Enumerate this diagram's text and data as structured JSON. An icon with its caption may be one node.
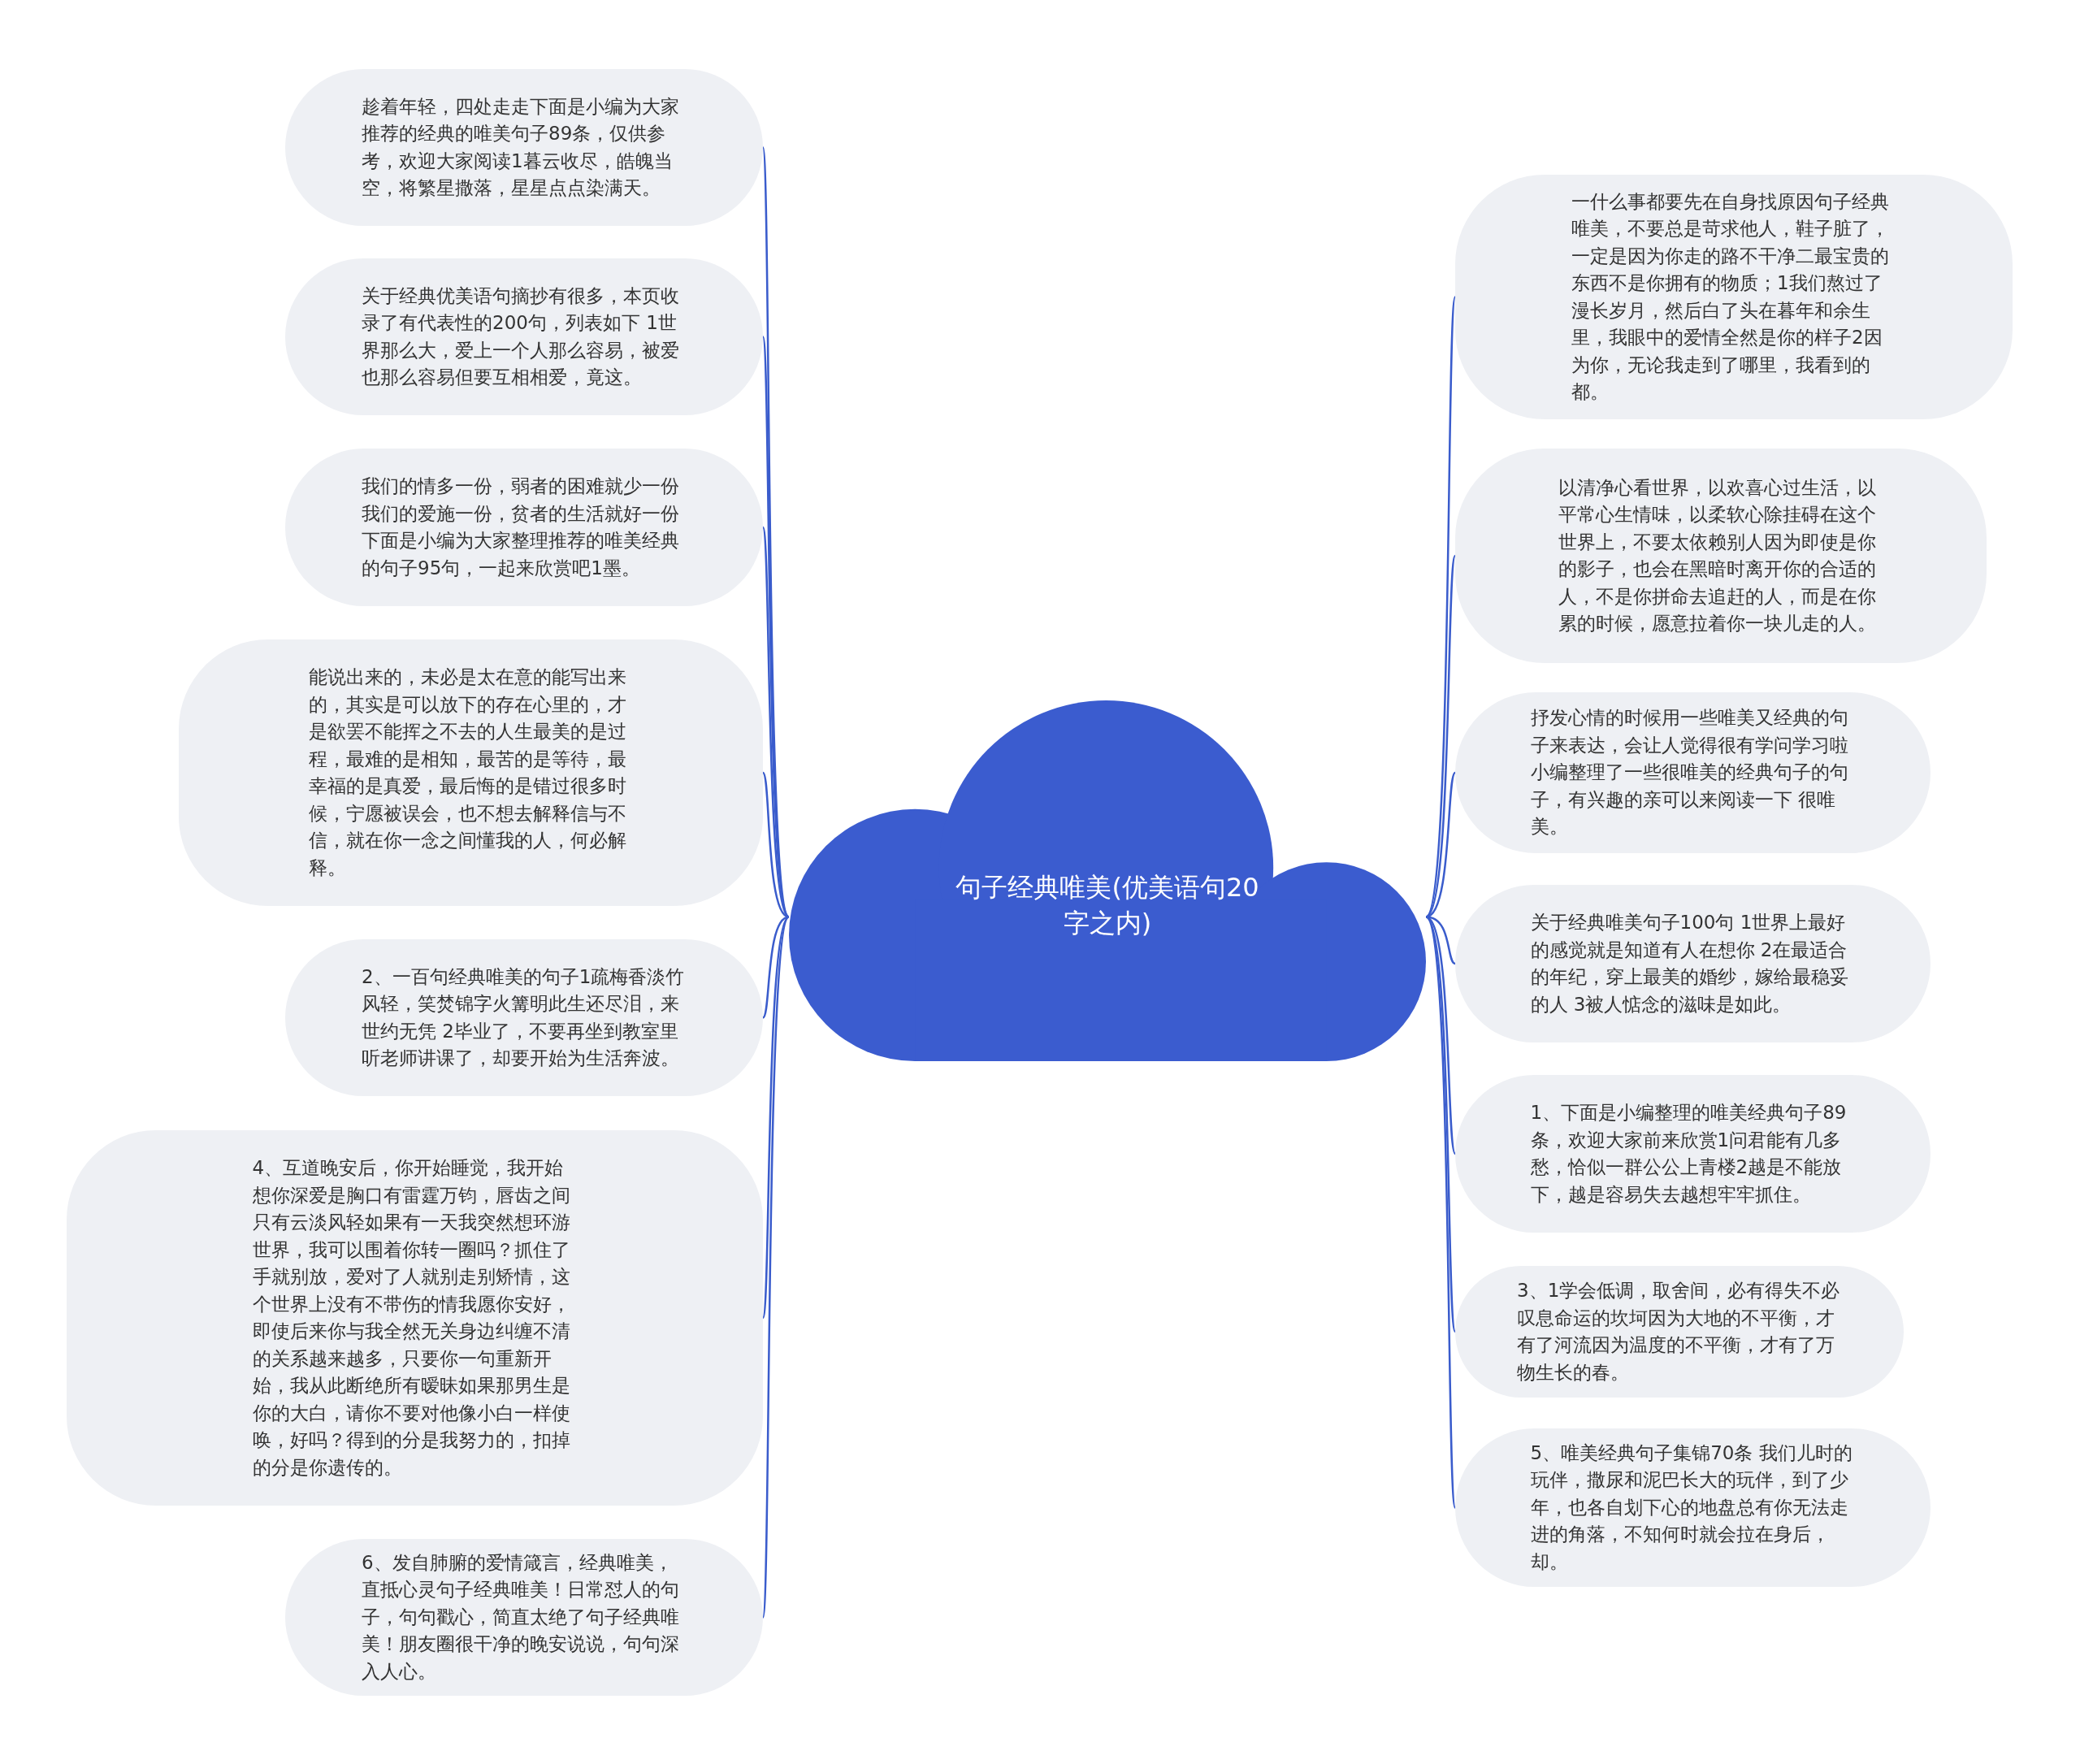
{
  "diagram": {
    "nodes": [
      {
        "text": [
          "句子经典唯美(优美语句20字之内)"
        ]
      },
      {
        "text": [
          "趁着年轻，四处走走下面是小编为大家推荐的经典的唯美句子89条，仅供参考，欢迎大家阅读1暮云收尽，皓魄当空，将繁星撒落，星星点点染满天。"
        ]
      },
      {
        "text": [
          "关于经典优美语句摘抄有很多，本页收录了有代表性的200句，列表如下 1世界那么大，爱上一个人那么容易，被爱也那么容易但要互相相爱，竟这。"
        ]
      },
      {
        "text": [
          "我们的情多一份，弱者的困难就少一份我们的爱施一份，贫者的生活就好一份下面是小编为大家整理推荐的唯美经典的句子95句，一起来欣赏吧1墨。"
        ]
      },
      {
        "text": [
          "能说出来的，未必是太在意的能写出来的，其实是可以放下的存在心里的，才是欲罢不能挥之不去的人生最美的是过程，最难的是相知，最苦的是等待，最幸福的是真爱，最后悔的是错过很多时候，宁愿被误会，也不想去解释信与不信，就在你一念之间懂我的人，何必解释。"
        ]
      },
      {
        "text": [
          "2、一百句经典唯美的句子1疏梅香淡竹风轻，笑焚锦字火篝明此生还尽泪，来世约无凭 2毕业了，不要再坐到教室里听老师讲课了，却要开始为生活奔波。"
        ]
      },
      {
        "text": [
          "4、互道晚安后，你开始睡觉，我开始想你深爱是胸口有雷霆万钧，唇齿之间只有云淡风轻如果有一天我突然想环游世界，我可以围着你转一圈吗？抓住了手就别放，爱对了人就别走别矫情，这个世界上没有不带伤的情我愿你安好，即使后来你与我全然无关身边纠缠不清的关系越来越多，只要你一句重新开始，我从此断绝所有暧昧如果那男生是你的大白，请你不要对他像小白一样使唤，好吗？得到的分是我努力的，扣掉的分是你遗传的。"
        ]
      },
      {
        "text": [
          "6、发自肺腑的爱情箴言，经典唯美，直抵心灵句子经典唯美！日常怼人的句子，句句戳心，简直太绝了句子经典唯美！朋友圈很干净的晚安说说，句句深入人心。"
        ]
      },
      {
        "text": [
          "一什么事都要先在自身找原因句子经典唯美，不要总是苛求他人，鞋子脏了，一定是因为你走的路不干净二最宝贵的东西不是你拥有的物质；1我们熬过了漫长岁月，然后白了头在暮年和余生里，我眼中的爱情全然是你的样子2因为你，无论我走到了哪里，我看到的都。"
        ]
      },
      {
        "text": [
          "以清净心看世界，以欢喜心过生活，以平常心生情味，以柔软心除挂碍在这个世界上，不要太依赖别人因为即使是你的影子，也会在黑暗时离开你的合适的人，不是你拼命去追赶的人，而是在你累的时候，愿意拉着你一块儿走的人。"
        ]
      },
      {
        "text": [
          "抒发心情的时候用一些唯美又经典的句子来表达，会让人觉得很有学问学习啦小编整理了一些很唯美的经典句子的句子，有兴趣的亲可以来阅读一下 很唯美。"
        ]
      },
      {
        "text": [
          "关于经典唯美句子100句 1世界上最好的感觉就是知道有人在想你 2在最适合的年纪，穿上最美的婚纱，嫁给最稳妥的人 3被人惦念的滋味是如此。"
        ]
      },
      {
        "text": [
          "1、下面是小编整理的唯美经典句子89条，欢迎大家前来欣赏1问君能有几多愁，恰似一群公公上青楼2越是不能放下，越是容易失去越想牢牢抓住。"
        ]
      },
      {
        "text": [
          "3、1学会低调，取舍间，必有得失不必叹息命运的坎坷因为大地的不平衡，才有了河流因为温度的不平衡，才有了万物生长的春。"
        ]
      },
      {
        "text": [
          "5、唯美经典句子集锦70条 我们儿时的玩伴，撒尿和泥巴长大的玩伴，到了少年，也各自划下心的地盘总有你无法走进的角落，不知何时就会拉在身后，却。"
        ]
      }
    ],
    "edges": [
      {
        "from": 0,
        "to": 1,
        "arrow": "none"
      },
      {
        "from": 0,
        "to": 2,
        "arrow": "none"
      },
      {
        "from": 0,
        "to": 3,
        "arrow": "none"
      },
      {
        "from": 0,
        "to": 4,
        "arrow": "none"
      },
      {
        "from": 0,
        "to": 5,
        "arrow": "none"
      },
      {
        "from": 0,
        "to": 6,
        "arrow": "none"
      },
      {
        "from": 0,
        "to": 7,
        "arrow": "none"
      },
      {
        "from": 0,
        "to": 8,
        "arrow": "none"
      },
      {
        "from": 0,
        "to": 9,
        "arrow": "none"
      },
      {
        "from": 0,
        "to": 10,
        "arrow": "none"
      },
      {
        "from": 0,
        "to": 11,
        "arrow": "none"
      },
      {
        "from": 0,
        "to": 12,
        "arrow": "none"
      },
      {
        "from": 0,
        "to": 13,
        "arrow": "none"
      },
      {
        "from": 0,
        "to": 14,
        "arrow": "none"
      }
    ]
  }
}
